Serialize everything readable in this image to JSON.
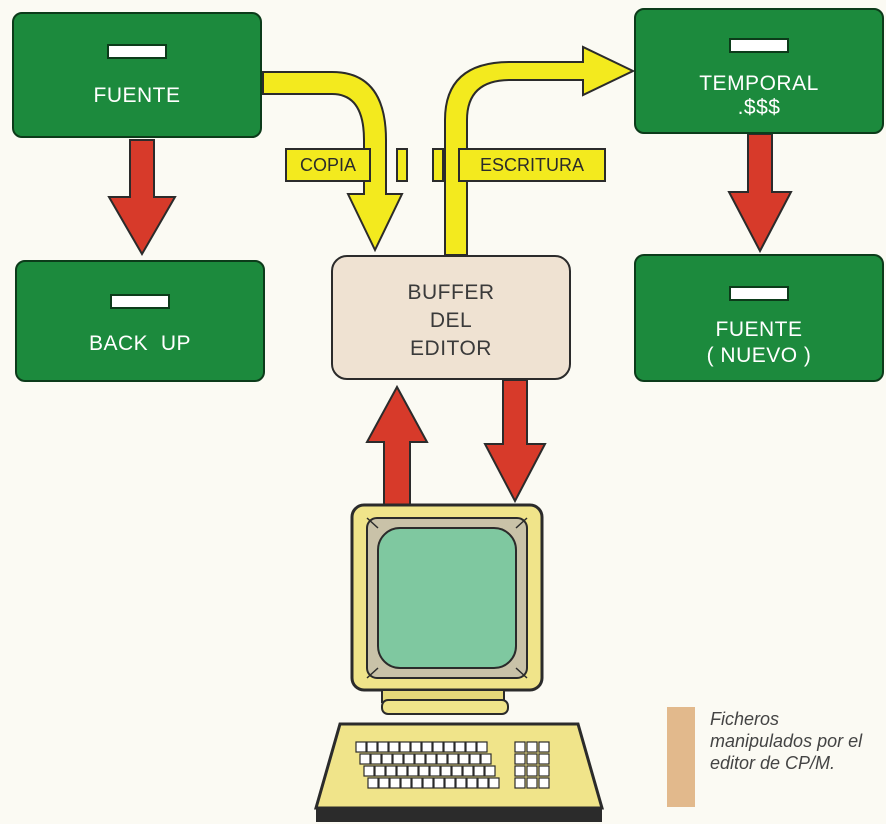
{
  "boxes": {
    "fuente": "FUENTE",
    "backup": "BACK  UP",
    "temporal_line1": "TEMPORAL",
    "temporal_line2": ".$$$",
    "fuente_nuevo_line1": "FUENTE",
    "fuente_nuevo_line2": "( NUEVO )",
    "buffer_line1": "BUFFER",
    "buffer_line2": "DEL",
    "buffer_line3": "EDITOR"
  },
  "labels": {
    "copia": "COPIA",
    "escritura": "ESCRITURA"
  },
  "legend": {
    "text": "Ficheros manipulados por el editor de CP/M.",
    "swatch_color": "#e2b98c"
  },
  "colors": {
    "file_box": "#1c8a3d",
    "buffer_box": "#efe2d2",
    "red_arrow": "#d73a2a",
    "yellow_arrow": "#f3ea1e",
    "computer_body": "#f0e48a",
    "screen": "#7fc8a0"
  }
}
